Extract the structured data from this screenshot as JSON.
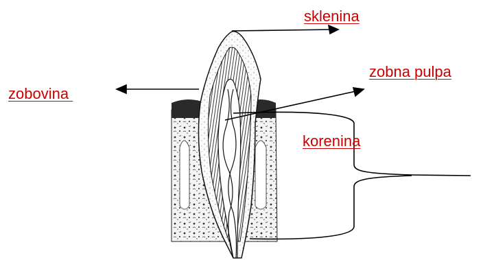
{
  "labels": {
    "sklenina": "sklenina",
    "zobna_pulpa": "zobna pulpa",
    "zobovina": "zobovina ",
    "korenina": "korenina"
  },
  "colors": {
    "label_text": "#cc0000",
    "lines": "#000000",
    "bone_fill": "#f4f4f4",
    "gum_fill": "#2a2a2a"
  }
}
